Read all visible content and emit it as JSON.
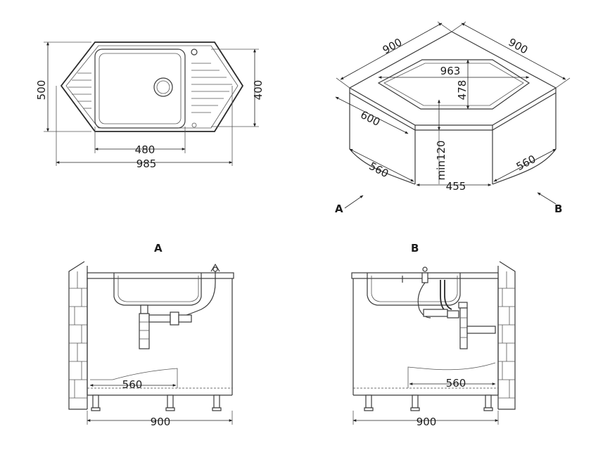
{
  "top_view": {
    "height_outer": "500",
    "height_inner": "400",
    "bowl_width": "480",
    "total_width": "985"
  },
  "iso_view": {
    "side_left_top": "900",
    "side_right_top": "900",
    "sink_width": "963",
    "sink_depth": "478",
    "depth_left": "600",
    "cabinet_left": "560",
    "cabinet_right": "560",
    "gap_height": "min120",
    "gap_width": "455",
    "view_a": "A",
    "view_b": "B"
  },
  "section_a": {
    "title": "A",
    "inner_width": "560",
    "outer_width": "900"
  },
  "section_b": {
    "title": "B",
    "inner_width": "560",
    "outer_width": "900"
  }
}
